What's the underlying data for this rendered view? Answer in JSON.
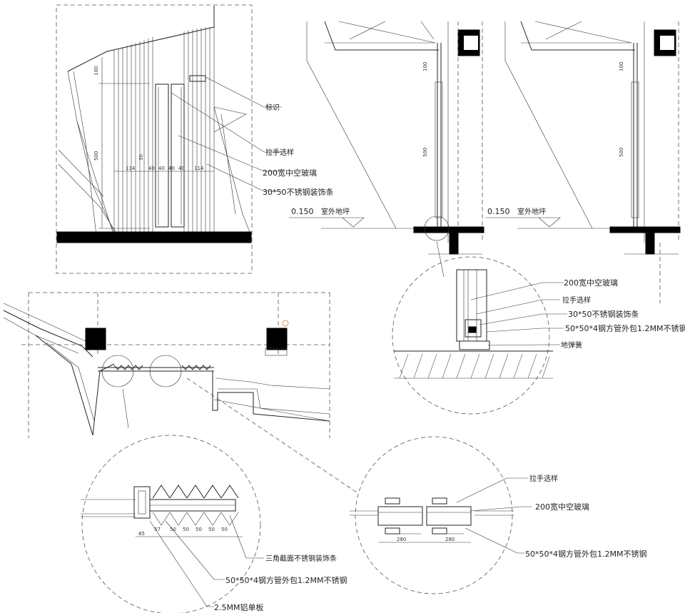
{
  "elevation": {
    "labels": {
      "sign": "标识",
      "handle": "拉手选样",
      "glass": "200宽中空玻璃",
      "trim": "30*50不锈钢装饰条"
    },
    "dims": {
      "top": "100",
      "height": "500",
      "door_h": "30",
      "w1": "114",
      "w2": "40",
      "w3": "40",
      "w4": "40",
      "w5": "40",
      "w6": "114"
    }
  },
  "section_left": {
    "level": "0.150",
    "level_note": "室外地坪",
    "dim_top": "100",
    "dim_mid": "500"
  },
  "section_right": {
    "level": "0.150",
    "level_note": "室外地坪",
    "dim_top": "100",
    "dim_mid": "500"
  },
  "detail_section": {
    "labels": {
      "glass": "200宽中空玻璃",
      "handle": "拉手选样",
      "trim": "30*50不锈钢装饰条",
      "tube": "50*50*4钢方管外包1.2MM不锈钢",
      "spring": "地弹簧"
    }
  },
  "detail_plan_left": {
    "labels": {
      "triangle": "三角截面不锈钢装饰条",
      "tube": "50*50*4钢方管外包1.2MM不锈钢",
      "plate": "2.5MM铝单板"
    },
    "dims": [
      "85",
      "57",
      "50",
      "50",
      "50",
      "50",
      "50"
    ]
  },
  "detail_plan_right": {
    "labels": {
      "handle": "拉手选样",
      "glass": "200宽中空玻璃",
      "tube": "50*50*4钢方管外包1.2MM不锈钢"
    },
    "dims": [
      "280",
      "280"
    ]
  }
}
